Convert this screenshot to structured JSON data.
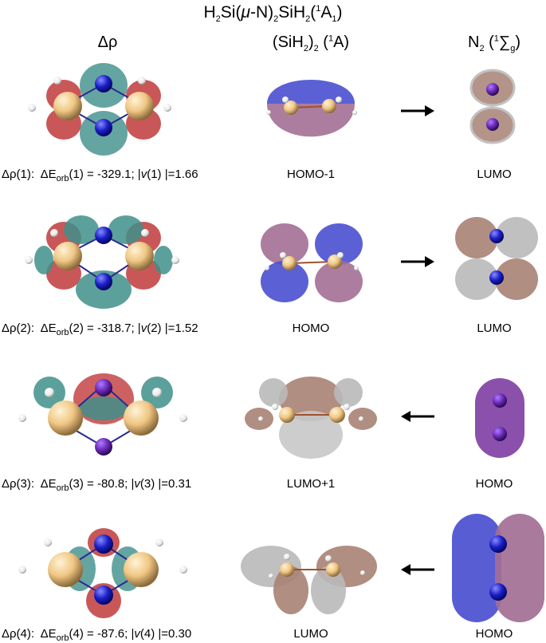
{
  "title": {
    "main": "H",
    "sub1": "2",
    "mid1": "Si(",
    "mu": "μ",
    "mid2": "-N)",
    "sub2": "2",
    "mid3": "SiH",
    "sub3": "2",
    "mid4": "(",
    "sup1": "1",
    "end": "A",
    "sub4": "1",
    "close": ")"
  },
  "columns": {
    "left": "Δρ",
    "middle": {
      "a": "(SiH",
      "sub": "2",
      "b": ")",
      "sub2": "2",
      "c": " (",
      "sup": "1",
      "d": "A)"
    },
    "right": {
      "a": "N",
      "sub": "2",
      "b": " (",
      "sup": "1",
      "c": "∑",
      "sub2": "g",
      "d": ")"
    }
  },
  "rows": [
    {
      "dr": "Δρ(1):",
      "de": "ΔE",
      "orb": "orb",
      "arg": "(1) = -329.1; |",
      "v": "v",
      "varg": "(1) |=1.66",
      "mid": "HOMO-1",
      "right": "LUMO",
      "arrow": "right"
    },
    {
      "dr": "Δρ(2):",
      "de": "ΔE",
      "orb": "orb",
      "arg": "(2) = -318.7; |",
      "v": "v",
      "varg": "(2) |=1.52",
      "mid": "HOMO",
      "right": "LUMO",
      "arrow": "right"
    },
    {
      "dr": "Δρ(3):",
      "de": "ΔE",
      "orb": "orb",
      "arg": "(3) = -80.8; |",
      "v": "v",
      "varg": "(3) |=0.31",
      "mid": "LUMO+1",
      "right": "HOMO",
      "arrow": "left"
    },
    {
      "dr": "Δρ(4):",
      "de": "ΔE",
      "orb": "orb",
      "arg": "(4) = -87.6; |",
      "v": "v",
      "varg": "(4) |=0.30",
      "mid": "LUMO",
      "right": "HOMO",
      "arrow": "left"
    }
  ],
  "colors": {
    "red": "#c0393b",
    "teal": "#3f8f8a",
    "blue": "#4a4fd0",
    "mauve": "#a36f95",
    "tan": "#a88274",
    "grey": "#b9b9b9",
    "purple": "#8447a6",
    "si": "#f0c683",
    "n": "#1a1fc8"
  }
}
